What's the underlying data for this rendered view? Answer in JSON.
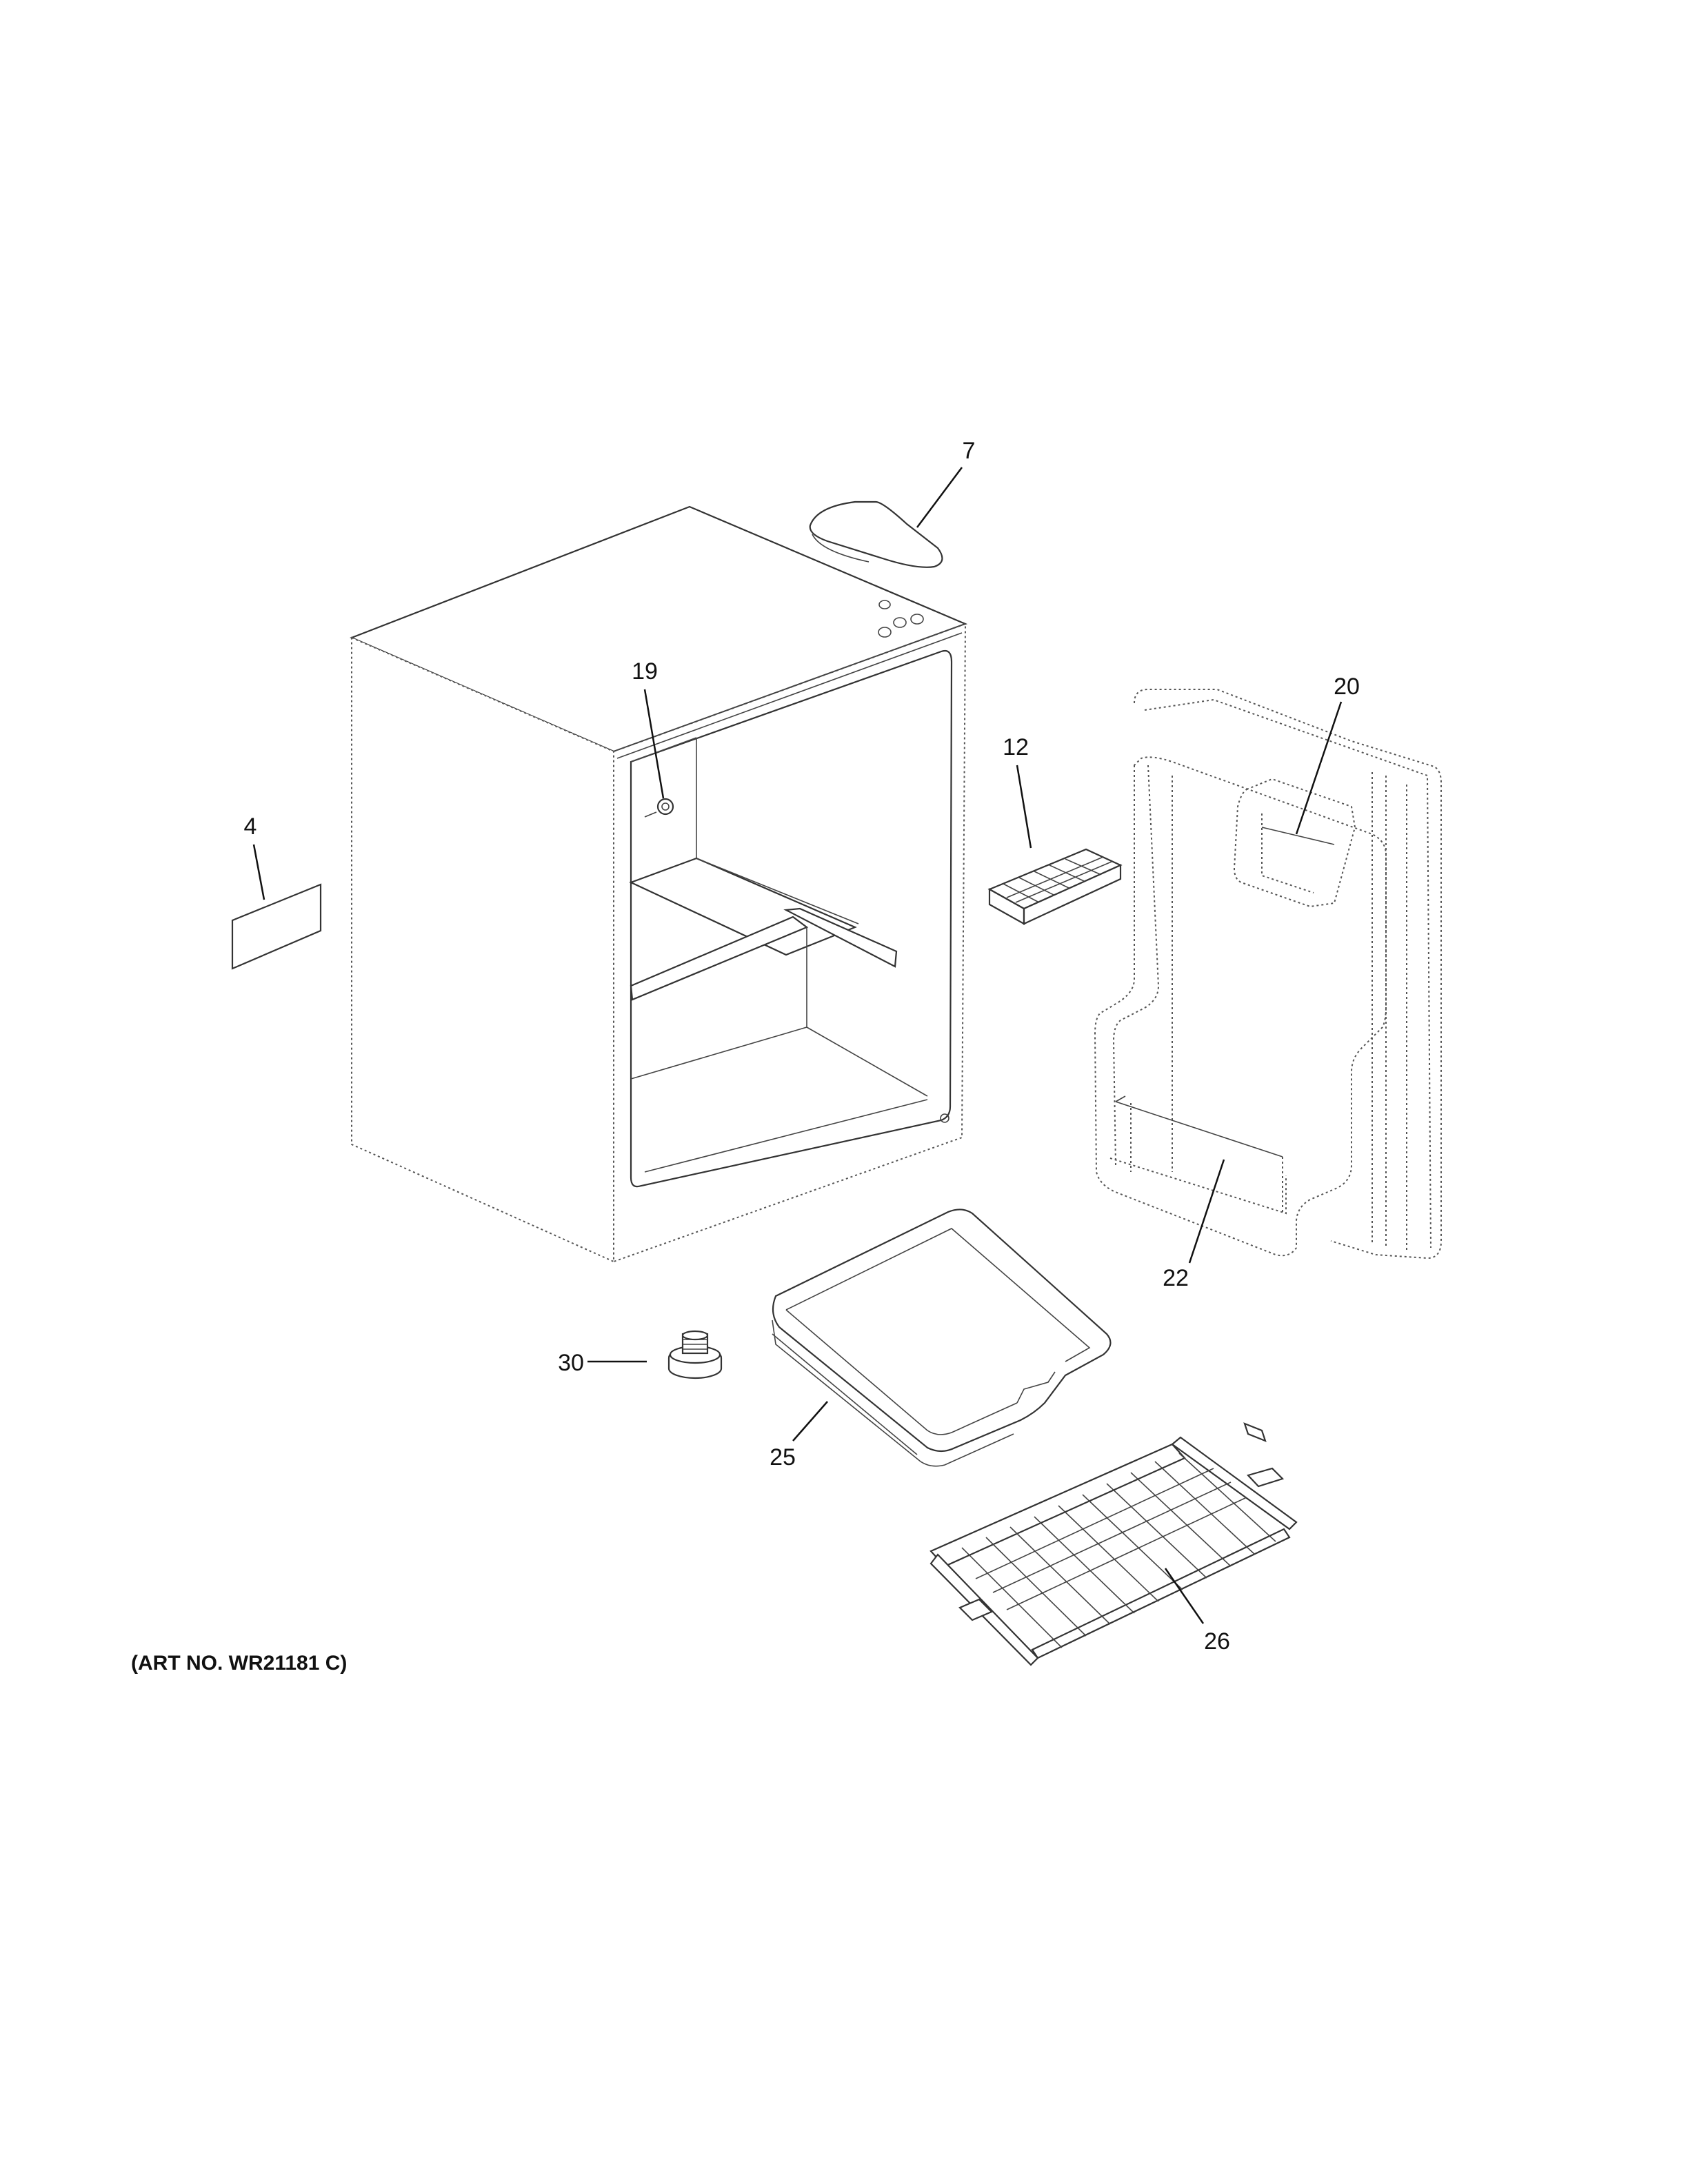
{
  "diagram": {
    "art_number": "(ART NO. WR21181 C)",
    "callouts": {
      "c4": "4",
      "c7": "7",
      "c12": "12",
      "c19": "19",
      "c20": "20",
      "c22": "22",
      "c25": "25",
      "c26": "26",
      "c30": "30"
    }
  }
}
